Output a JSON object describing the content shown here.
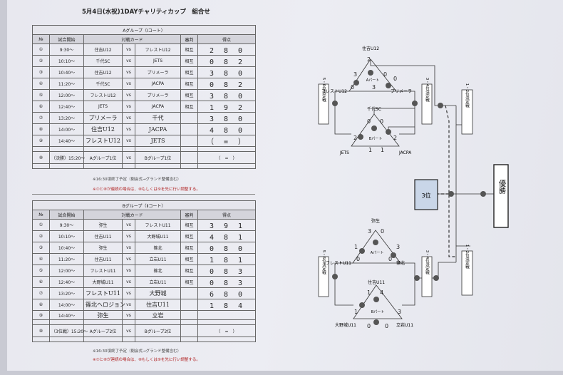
{
  "title": "5月4日(水祝)1DAYチャリティカップ　組合せ",
  "groupA": {
    "caption": "Aグループ（Ⅰコート）",
    "headers": [
      "№",
      "試合開始",
      "対戦カード",
      "",
      "",
      "審判",
      "得点"
    ],
    "rows": [
      {
        "no": "①",
        "time": "9:30～",
        "home": "住吉U12",
        "vs": "vs",
        "away": "フレストU12",
        "ref": "相互",
        "score": "2　8　0"
      },
      {
        "no": "②",
        "time": "10:10～",
        "home": "千代SC",
        "vs": "vs",
        "away": "JETS",
        "ref": "相互",
        "score": "0　8　2"
      },
      {
        "no": "③",
        "time": "10:40～",
        "home": "住吉U12",
        "vs": "vs",
        "away": "プリメーラ",
        "ref": "相互",
        "score": "3　8　0"
      },
      {
        "no": "④",
        "time": "11:20～",
        "home": "千代SC",
        "vs": "vs",
        "away": "JACPA",
        "ref": "相互",
        "score": "0　8　2"
      },
      {
        "no": "⑤",
        "time": "12:00～",
        "home": "フレストU12",
        "vs": "vs",
        "away": "プリメーラ",
        "ref": "相互",
        "score": "3　8　0"
      },
      {
        "no": "⑥",
        "time": "12:40～",
        "home": "JETS",
        "vs": "vs",
        "away": "JACPA",
        "ref": "相互",
        "score": "1　9　2"
      },
      {
        "no": "⑦",
        "time": "13:20～",
        "home": "プリメーラ",
        "vs": "vs",
        "away": "千代",
        "ref": "",
        "score": "3　8　0"
      },
      {
        "no": "⑧",
        "time": "14:00～",
        "home": "住吉U12",
        "vs": "vs",
        "away": "JACPA",
        "ref": "",
        "score": "4　8　0"
      },
      {
        "no": "⑨",
        "time": "14:40～",
        "home": "フレストU12",
        "vs": "vs",
        "away": "JETS",
        "ref": "",
        "score": "（　=　）"
      }
    ],
    "final": {
      "no": "⑩",
      "time": "（決勝）15:20～",
      "home": "Aグループ1位",
      "vs": "vs",
      "away": "Bグループ1位",
      "score": "（　=　）"
    },
    "note1": "※16:30頃終了予定（閉会式→グランド整備含む）",
    "note2": "※⑦と⑧が連続の場合は、⑧もしくは⑨を先に行い調整する。"
  },
  "groupB": {
    "caption": "Bグループ（Ⅱコート）",
    "headers": [
      "№",
      "試合開始",
      "対戦カード",
      "",
      "",
      "審判",
      "得点"
    ],
    "rows": [
      {
        "no": "①",
        "time": "9:30～",
        "home": "弥生",
        "vs": "vs",
        "away": "フレストU11",
        "ref": "相互",
        "score": "3　9　1"
      },
      {
        "no": "②",
        "time": "10:10～",
        "home": "住吉U11",
        "vs": "vs",
        "away": "大野城U11",
        "ref": "相互",
        "score": "4　8　1"
      },
      {
        "no": "③",
        "time": "10:40～",
        "home": "弥生",
        "vs": "vs",
        "away": "篠北",
        "ref": "相互",
        "score": "0　8　0"
      },
      {
        "no": "④",
        "time": "11:20～",
        "home": "住吉U11",
        "vs": "vs",
        "away": "立岩U11",
        "ref": "相互",
        "score": "1　8　1"
      },
      {
        "no": "⑤",
        "time": "12:00～",
        "home": "フレストU11",
        "vs": "vs",
        "away": "篠北",
        "ref": "相互",
        "score": "0　8　3"
      },
      {
        "no": "⑥",
        "time": "12:40～",
        "home": "大野城U11",
        "vs": "vs",
        "away": "立岩U11",
        "ref": "相互",
        "score": "0　8　3"
      },
      {
        "no": "⑦",
        "time": "13:20～",
        "home": "フレストU11",
        "vs": "vs",
        "away": "大野城",
        "ref": "",
        "score": "6　8　0"
      },
      {
        "no": "⑧",
        "time": "14:00～",
        "home": "篠北ヘロジョン",
        "vs": "vs",
        "away": "住吉U11",
        "ref": "",
        "score": "1　8　4"
      },
      {
        "no": "⑨",
        "time": "14:40～",
        "home": "弥生",
        "vs": "vs",
        "away": "立岩",
        "ref": "",
        "score": ""
      }
    ],
    "final": {
      "no": "⑩",
      "time": "（3位戦）15:20～",
      "home": "Aグループ2位",
      "vs": "vs",
      "away": "Bグループ2位",
      "score": "（　=　）"
    },
    "note1": "※16:30頃終了予定（閉会式→グランド整備含む）",
    "note2": "※⑦と⑧が連続の場合は、⑧もしくは⑨を先に行い調整する。"
  },
  "bracket": {
    "a_top": "住吉U12",
    "a_left": "フレストU12",
    "a_right": "プリメーラ",
    "a_label": "Aパート",
    "b_top": "千代SC",
    "b_left": "JETS",
    "b_right": "JACPA",
    "b_label": "Bパート",
    "c_top": "弥生",
    "c_left": "フレストU11",
    "c_right": "篠北",
    "c_label": "Aパート",
    "d_top": "住吉U11",
    "d_left": "大野城U11",
    "d_right": "立岩U11",
    "d_label": "Bパート",
    "box56": "5・6位決定戦",
    "box34": "3・4位決定戦",
    "box12": "1・2位決定戦",
    "third": "3位",
    "champion": "優勝",
    "scores_a": [
      "2",
      "3",
      "0",
      "0",
      "3",
      "0"
    ],
    "scores_b": [
      "0",
      "0",
      "2",
      "1",
      "1",
      "2"
    ],
    "scores_c": [
      "3",
      "0",
      "1",
      "0",
      "0",
      "3"
    ],
    "scores_d": [
      "1",
      "4",
      "1",
      "0",
      "0",
      "3"
    ]
  }
}
